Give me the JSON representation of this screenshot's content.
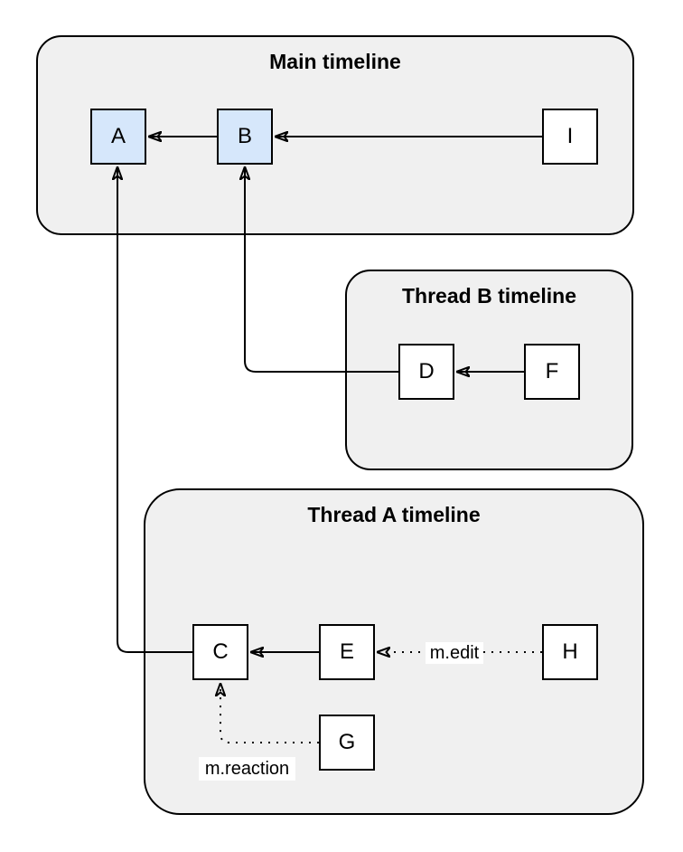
{
  "containers": [
    {
      "id": "main",
      "title": "Main timeline"
    },
    {
      "id": "thread-b",
      "title": "Thread B timeline"
    },
    {
      "id": "thread-a",
      "title": "Thread A timeline"
    }
  ],
  "events": [
    {
      "label": "A",
      "timeline": "Main timeline",
      "highlighted": true
    },
    {
      "label": "B",
      "timeline": "Main timeline",
      "highlighted": true
    },
    {
      "label": "I",
      "timeline": "Main timeline",
      "highlighted": false
    },
    {
      "label": "D",
      "timeline": "Thread B timeline",
      "highlighted": false
    },
    {
      "label": "F",
      "timeline": "Thread B timeline",
      "highlighted": false
    },
    {
      "label": "C",
      "timeline": "Thread A timeline",
      "highlighted": false
    },
    {
      "label": "E",
      "timeline": "Thread A timeline",
      "highlighted": false
    },
    {
      "label": "H",
      "timeline": "Thread A timeline",
      "highlighted": false
    },
    {
      "label": "G",
      "timeline": "Thread A timeline",
      "highlighted": false
    }
  ],
  "edges": [
    {
      "from": "B",
      "to": "A",
      "style": "solid",
      "label": ""
    },
    {
      "from": "I",
      "to": "B",
      "style": "solid",
      "label": ""
    },
    {
      "from": "F",
      "to": "D",
      "style": "solid",
      "label": ""
    },
    {
      "from": "D",
      "to": "B",
      "style": "solid",
      "label": ""
    },
    {
      "from": "E",
      "to": "C",
      "style": "solid",
      "label": ""
    },
    {
      "from": "C",
      "to": "A",
      "style": "solid",
      "label": ""
    },
    {
      "from": "H",
      "to": "E",
      "style": "dotted",
      "label": "m.edit"
    },
    {
      "from": "G",
      "to": "C",
      "style": "dotted",
      "label": "m.reaction"
    }
  ],
  "colors": {
    "background": "#ffffff",
    "timeline_fill": "#f0f0f0",
    "timeline_border": "#000000",
    "event_fill": "#ffffff",
    "event_highlight_fill": "#d6e7fb",
    "event_border": "#000000",
    "edge_color": "#000000",
    "edge_label_background": "#ffffff",
    "text_color": "#000000"
  }
}
